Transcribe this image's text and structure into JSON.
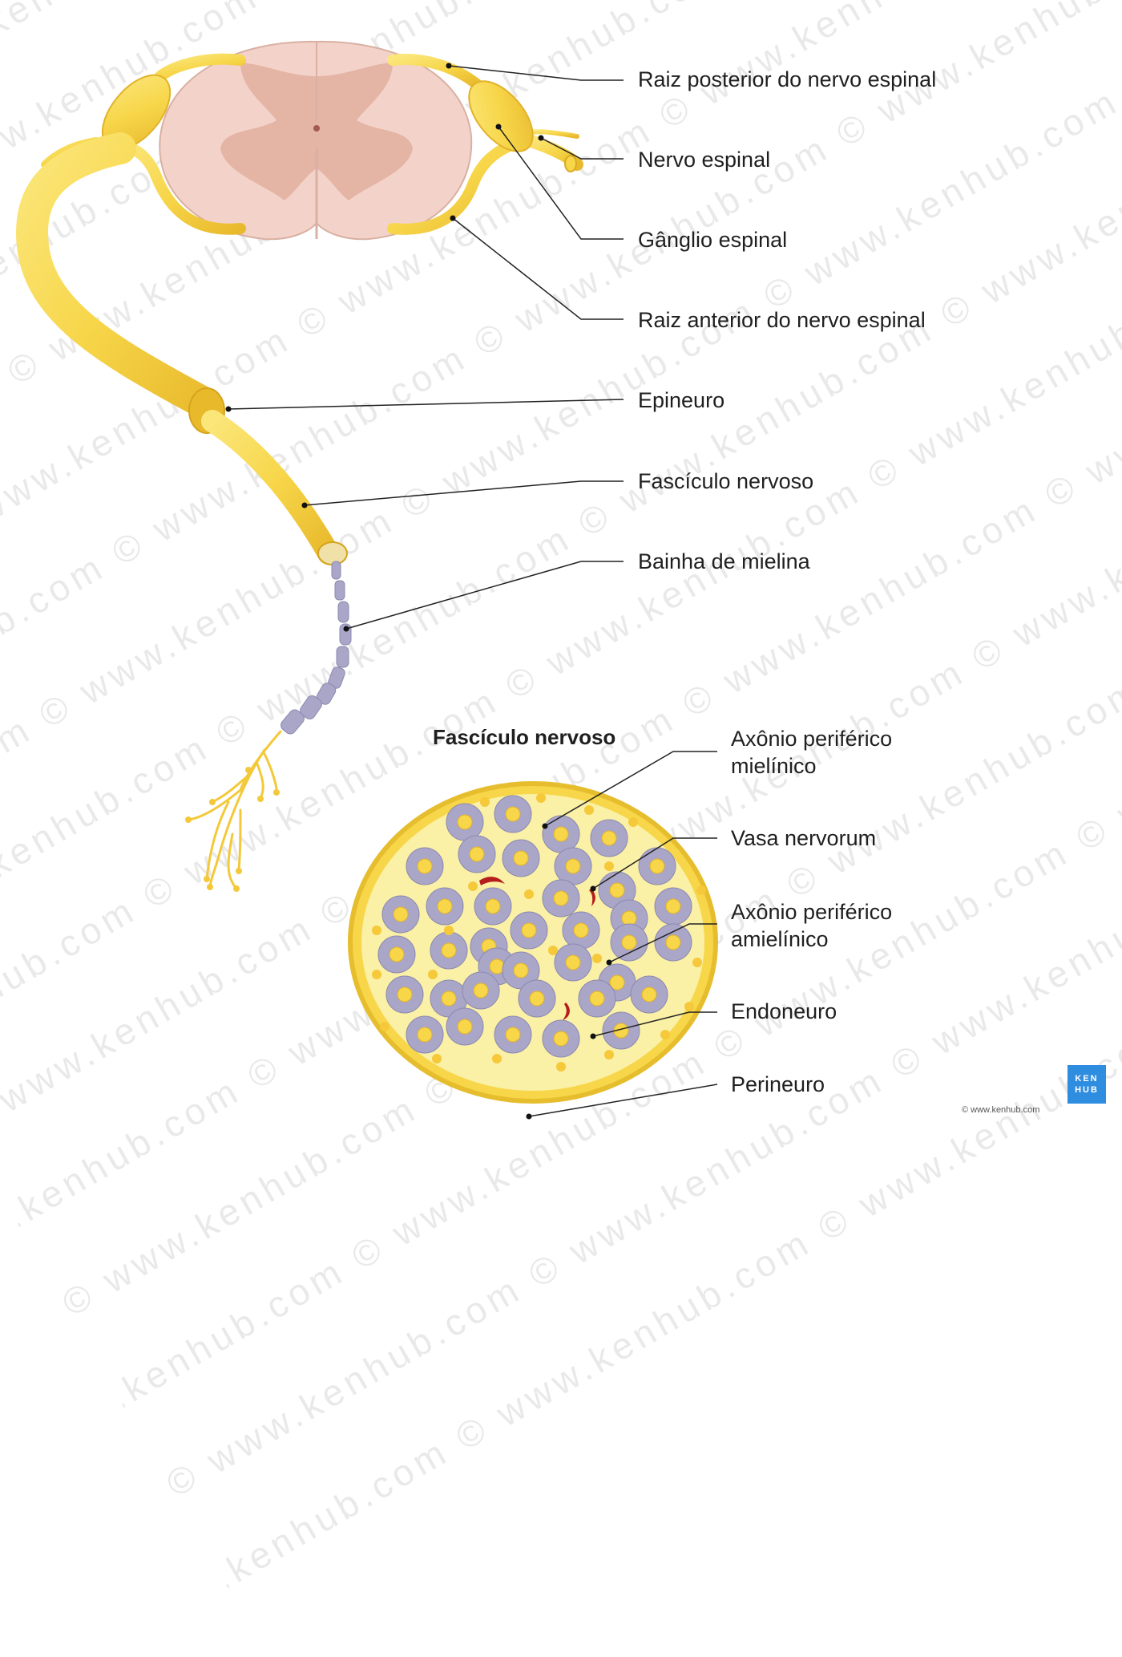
{
  "watermark": {
    "text": "© www.kenhub.com"
  },
  "labels": {
    "posterior_root": "Raiz posterior do nervo espinal",
    "spinal_nerve": "Nervo espinal",
    "spinal_ganglion": "Gânglio espinal",
    "anterior_root": "Raiz anterior do nervo espinal",
    "epineurium": "Epineuro",
    "nerve_fascicle": "Fascículo nervoso",
    "myelin_sheath": "Bainha de mielina",
    "inset_title": "Fascículo nervoso",
    "myelinated_axon": "Axônio periférico mielínico",
    "vasa_nervorum": "Vasa nervorum",
    "unmyelinated_axon": "Axônio periférico amielínico",
    "endoneurium": "Endoneuro",
    "perineurium": "Perineuro"
  },
  "logo": {
    "line1": "KEN",
    "line2": "HUB"
  },
  "footer_url": "© www.kenhub.com",
  "colors": {
    "nerve": "#f7d64a",
    "nerve_dark": "#e9b92c",
    "cord_white": "#f3d3c9",
    "cord_grey": "#e4b4a5",
    "axon": "#a9a6c8",
    "axon_core": "#f7d64a",
    "vessel": "#b51c1c",
    "leader": "#222222",
    "logo_bg": "#2f8de0"
  }
}
